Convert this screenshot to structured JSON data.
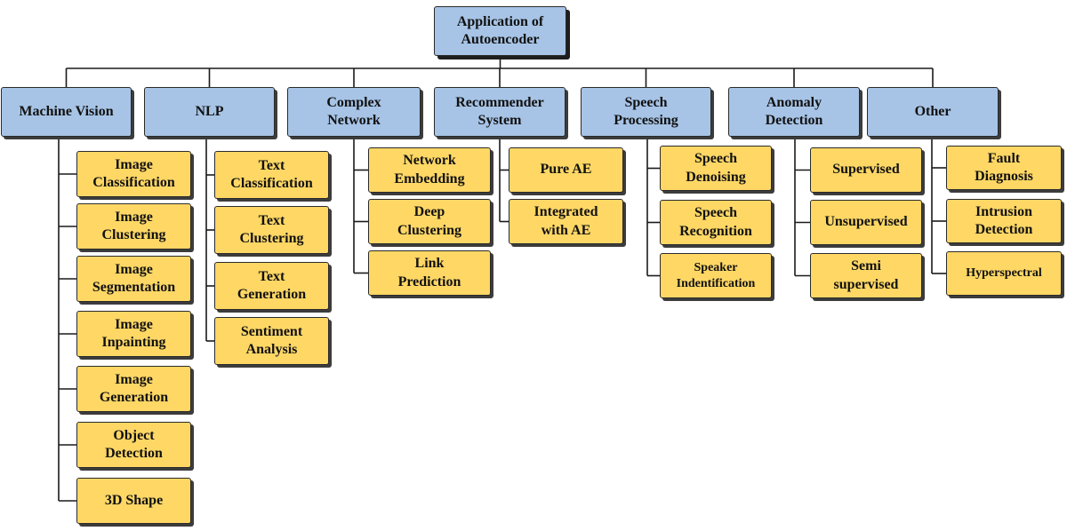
{
  "root": {
    "label": "Application of\nAutoencoder"
  },
  "categories": [
    {
      "label": "Machine Vision",
      "children": [
        "Image\nClassification",
        "Image\nClustering",
        "Image\nSegmentation",
        "Image\nInpainting",
        "Image\nGeneration",
        "Object\nDetection",
        "3D Shape"
      ]
    },
    {
      "label": "NLP",
      "children": [
        "Text\nClassification",
        "Text\nClustering",
        "Text\nGeneration",
        "Sentiment\nAnalysis"
      ]
    },
    {
      "label": "Complex\nNetwork",
      "children": [
        "Network\nEmbedding",
        "Deep\nClustering",
        "Link\nPrediction"
      ]
    },
    {
      "label": "Recommender\nSystem",
      "children": [
        "Pure AE",
        "Integrated\nwith AE"
      ]
    },
    {
      "label": "Speech\nProcessing",
      "children": [
        "Speech\nDenoising",
        "Speech\nRecognition",
        "Speaker\nIndentification"
      ]
    },
    {
      "label": "Anomaly\nDetection",
      "children": [
        "Supervised",
        "Unsupervised",
        "Semi\nsupervised"
      ]
    },
    {
      "label": "Other",
      "children": [
        "Fault\nDiagnosis",
        "Intrusion\nDetection",
        "Hyperspectral"
      ]
    }
  ]
}
